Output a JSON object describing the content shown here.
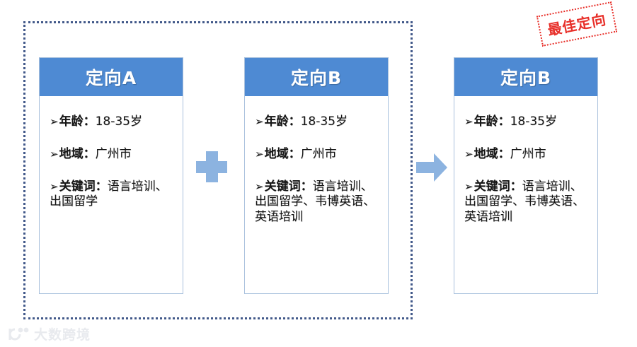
{
  "badge": {
    "label": "最佳定向",
    "color": "#e8302a"
  },
  "frame": {
    "name": "combination-group",
    "border_color": "#42598a"
  },
  "theme": {
    "header_blue": "#4e8ad3",
    "card_border": "#a9c1dd",
    "connector_blue": "#8cb3e0"
  },
  "cards": [
    {
      "title": "定向A",
      "attrs": [
        {
          "bullet": "➢",
          "label": "年龄：",
          "value": "18-35岁"
        },
        {
          "bullet": "➢",
          "label": "地域：",
          "value": "广州市"
        },
        {
          "bullet": "➢",
          "label": "关键词：",
          "value": "语言培训、出国留学"
        }
      ]
    },
    {
      "title": "定向B",
      "attrs": [
        {
          "bullet": "➢",
          "label": "年龄：",
          "value": "18-35岁"
        },
        {
          "bullet": "➢",
          "label": "地域：",
          "value": "广州市"
        },
        {
          "bullet": "➢",
          "label": "关键词：",
          "value": "语言培训、出国留学、韦博英语、英语培训"
        }
      ]
    },
    {
      "title": "定向B",
      "attrs": [
        {
          "bullet": "➢",
          "label": "年龄：",
          "value": "18-35岁"
        },
        {
          "bullet": "➢",
          "label": "地域：",
          "value": "广州市"
        },
        {
          "bullet": "➢",
          "label": "关键词：",
          "value": "语言培训、出国留学、韦博英语、英语培训"
        }
      ]
    }
  ],
  "connectors": {
    "plus": "plus-icon",
    "arrow": "arrow-right-icon"
  },
  "watermark": {
    "text": "大数跨境"
  }
}
